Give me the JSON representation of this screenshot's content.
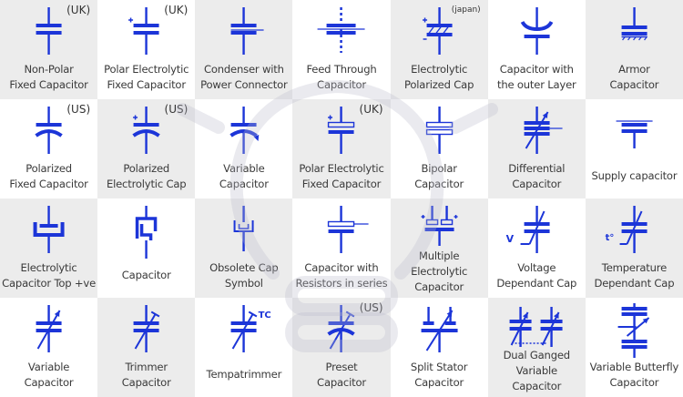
{
  "colors": {
    "symbol": "#1c35d8",
    "gray_cell": "#ececec",
    "white_cell": "#ffffff",
    "text": "#3a3a3a",
    "watermark": "#b9b9c9"
  },
  "watermark_icon": "light-bulb-icon",
  "cells": [
    {
      "symbol": "non-polar-fixed-capacitor",
      "badge": "(UK)",
      "lines": [
        "Non-Polar",
        "Fixed Capacitor"
      ]
    },
    {
      "symbol": "polar-electrolytic-fixed-capacitor-uk",
      "badge": "(UK)",
      "lines": [
        "Polar Electrolytic",
        "Fixed Capacitor"
      ]
    },
    {
      "symbol": "condenser-power-connector",
      "badge": "",
      "lines": [
        "Condenser with",
        "Power Connector"
      ]
    },
    {
      "symbol": "feed-through-capacitor",
      "badge": "",
      "lines": [
        "Feed Through",
        "Capacitor"
      ]
    },
    {
      "symbol": "electrolytic-polarized-cap-japan",
      "badge": "(japan)",
      "lines": [
        "Electrolytic",
        "Polarized Cap"
      ]
    },
    {
      "symbol": "capacitor-outer-layer",
      "badge": "",
      "lines": [
        "Capacitor with",
        "the outer Layer"
      ]
    },
    {
      "symbol": "armor-capacitor",
      "badge": "",
      "lines": [
        "Armor",
        "Capacitor"
      ]
    },
    {
      "symbol": "polarized-fixed-capacitor-us",
      "badge": "(US)",
      "lines": [
        "Polarized",
        "Fixed Capacitor"
      ]
    },
    {
      "symbol": "polarized-electrolytic-cap-us",
      "badge": "(US)",
      "lines": [
        "Polarized",
        "Electrolytic Cap"
      ]
    },
    {
      "symbol": "variable-capacitor-us",
      "badge": "",
      "lines": [
        "Variable",
        "Capacitor"
      ]
    },
    {
      "symbol": "polar-electrolytic-fixed-capacitor-uk-hollow",
      "badge": "(UK)",
      "lines": [
        "Polar Electrolytic",
        "Fixed Capacitor"
      ]
    },
    {
      "symbol": "bipolar-capacitor",
      "badge": "",
      "lines": [
        "Bipolar",
        "Capacitor"
      ]
    },
    {
      "symbol": "differential-capacitor",
      "badge": "",
      "lines": [
        "Differential",
        "Capacitor"
      ]
    },
    {
      "symbol": "supply-capacitor",
      "badge": "",
      "lines": [
        "Supply capacitor"
      ]
    },
    {
      "symbol": "electrolytic-capacitor-top-positive",
      "badge": "",
      "lines": [
        "Electrolytic",
        "Capacitor Top +ve"
      ]
    },
    {
      "symbol": "capacitor-nested",
      "badge": "",
      "lines": [
        "Capacitor"
      ]
    },
    {
      "symbol": "obsolete-cap-symbol",
      "badge": "",
      "lines": [
        "Obsolete Cap",
        "Symbol"
      ]
    },
    {
      "symbol": "capacitor-resistors-series",
      "badge": "",
      "lines": [
        "Capacitor with",
        "Resistors in series"
      ]
    },
    {
      "symbol": "multiple-electrolytic-capacitor",
      "badge": "",
      "lines": [
        "Multiple",
        "Electrolytic",
        "Capacitor"
      ]
    },
    {
      "symbol": "voltage-dependant-cap",
      "badge": "",
      "lines": [
        "Voltage",
        "Dependant Cap"
      ]
    },
    {
      "symbol": "temperature-dependant-cap",
      "badge": "",
      "lines": [
        "Temperature",
        "Dependant Cap"
      ]
    },
    {
      "symbol": "variable-capacitor",
      "badge": "",
      "lines": [
        "Variable",
        "Capacitor"
      ]
    },
    {
      "symbol": "trimmer-capacitor",
      "badge": "",
      "lines": [
        "Trimmer",
        "Capacitor"
      ]
    },
    {
      "symbol": "tempatrimmer",
      "badge": "",
      "symbol_text": "TC",
      "lines": [
        "Tempatrimmer"
      ]
    },
    {
      "symbol": "preset-capacitor",
      "badge": "(US)",
      "lines": [
        "Preset",
        "Capacitor"
      ]
    },
    {
      "symbol": "split-stator-capacitor",
      "badge": "",
      "lines": [
        "Split Stator",
        "Capacitor"
      ]
    },
    {
      "symbol": "dual-ganged-variable-capacitor",
      "badge": "",
      "lines": [
        "Dual Ganged",
        "Variable",
        "Capacitor"
      ]
    },
    {
      "symbol": "variable-butterfly-capacitor",
      "badge": "",
      "lines": [
        "Variable Butterfly",
        "Capacitor"
      ]
    }
  ],
  "symbol_glyphs": {
    "voltage": "V",
    "temperature": "t°"
  }
}
